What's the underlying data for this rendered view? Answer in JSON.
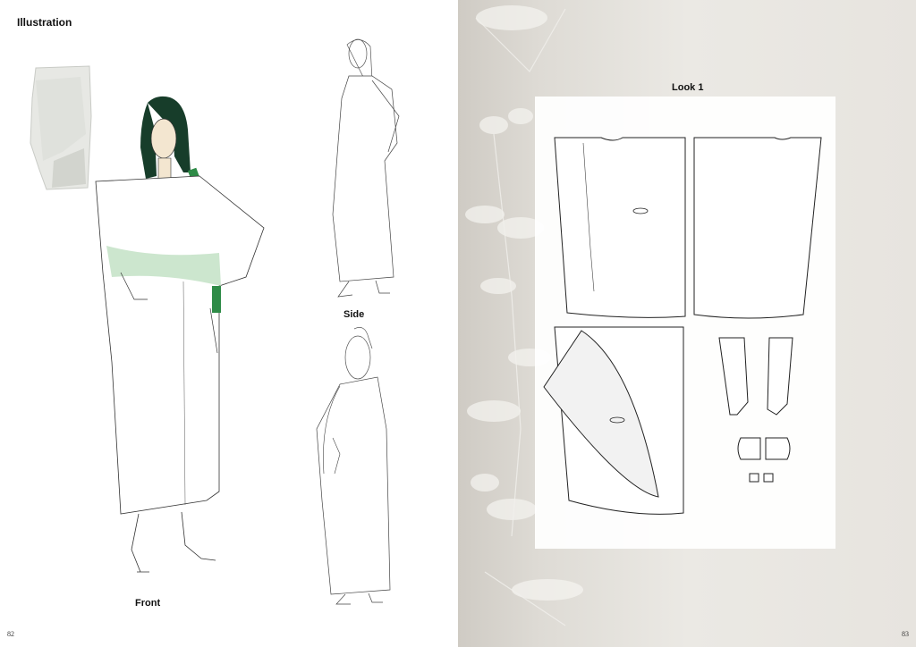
{
  "left_page": {
    "heading": "Illustration",
    "caption_front": "Front",
    "caption_side": "Side",
    "page_number": "82"
  },
  "right_page": {
    "heading": "Look 1",
    "page_number": "83"
  },
  "colors": {
    "accent_green": "#2e8b47",
    "paper": "#ffffff",
    "background_warm_grey": "#e3e0da",
    "line": "#222222"
  }
}
